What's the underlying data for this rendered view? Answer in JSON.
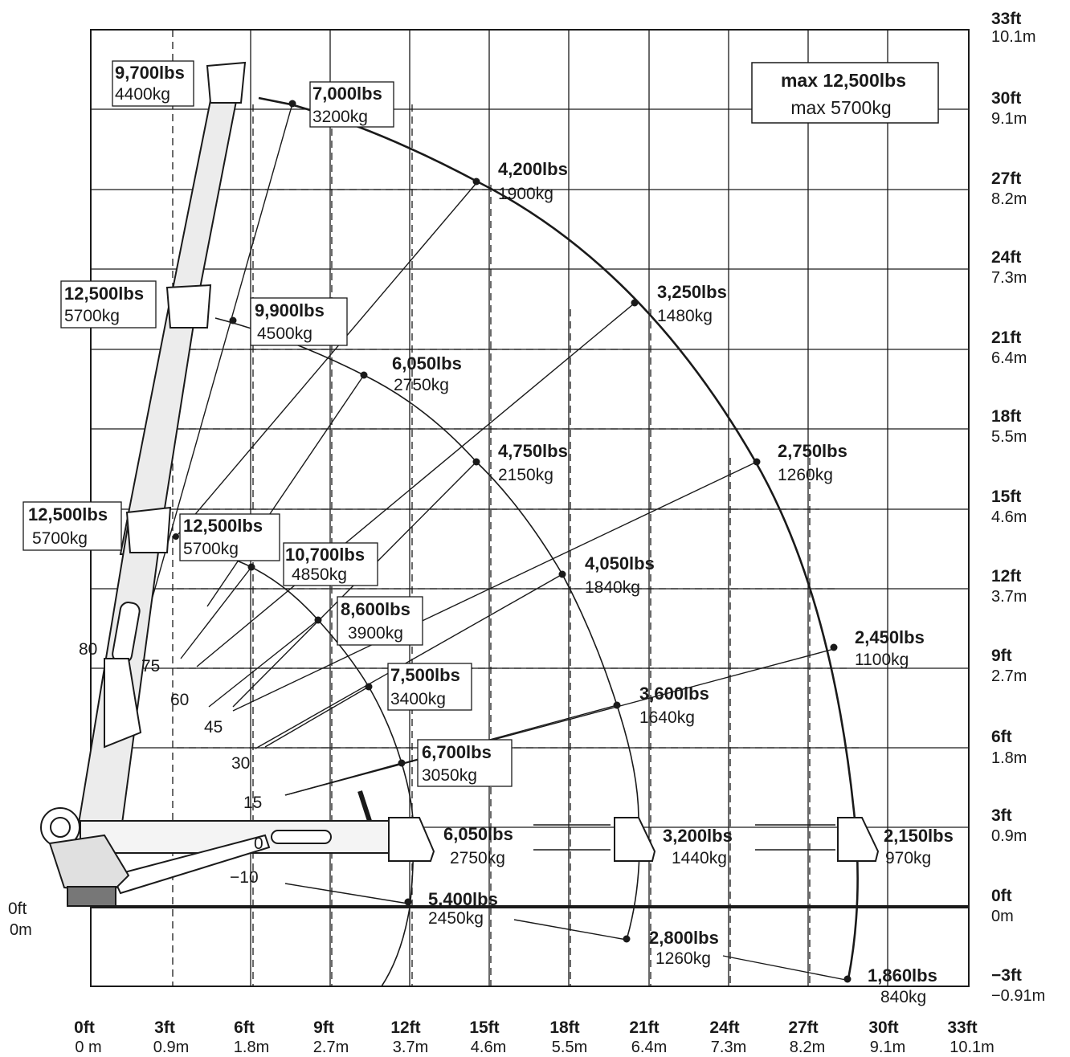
{
  "axes": {
    "x_ticks": [
      {
        "ft": "0ft",
        "m": "0 m"
      },
      {
        "ft": "3ft",
        "m": "0.9m"
      },
      {
        "ft": "6ft",
        "m": "1.8m"
      },
      {
        "ft": "9ft",
        "m": "2.7m"
      },
      {
        "ft": "12ft",
        "m": "3.7m"
      },
      {
        "ft": "15ft",
        "m": "4.6m"
      },
      {
        "ft": "18ft",
        "m": "5.5m"
      },
      {
        "ft": "21ft",
        "m": "6.4m"
      },
      {
        "ft": "24ft",
        "m": "7.3m"
      },
      {
        "ft": "27ft",
        "m": "8.2m"
      },
      {
        "ft": "30ft",
        "m": "9.1m"
      },
      {
        "ft": "33ft",
        "m": "10.1m"
      }
    ],
    "y_ticks": [
      {
        "ft": "33ft",
        "m": "10.1m"
      },
      {
        "ft": "30ft",
        "m": "9.1m"
      },
      {
        "ft": "27ft",
        "m": "8.2m"
      },
      {
        "ft": "24ft",
        "m": "7.3m"
      },
      {
        "ft": "21ft",
        "m": "6.4m"
      },
      {
        "ft": "18ft",
        "m": "5.5m"
      },
      {
        "ft": "15ft",
        "m": "4.6m"
      },
      {
        "ft": "12ft",
        "m": "3.7m"
      },
      {
        "ft": "9ft",
        "m": "2.7m"
      },
      {
        "ft": "6ft",
        "m": "1.8m"
      },
      {
        "ft": "3ft",
        "m": "0.9m"
      },
      {
        "ft": "0ft",
        "m": "0m"
      },
      {
        "ft": "−3ft",
        "m": "−0.91m"
      }
    ],
    "left_ground": {
      "ft": "0ft",
      "m": "0m"
    }
  },
  "max_box": {
    "lbs": "max 12,500lbs",
    "kg": "max 5700kg"
  },
  "angles": [
    "80",
    "75",
    "60",
    "45",
    "30",
    "15",
    "0",
    "−10"
  ],
  "loads": [
    {
      "lbs": "9,700lbs",
      "kg": "4400kg"
    },
    {
      "lbs": "7,000lbs",
      "kg": "3200kg"
    },
    {
      "lbs": "4,200lbs",
      "kg": "1900kg"
    },
    {
      "lbs": "3,250lbs",
      "kg": "1480kg"
    },
    {
      "lbs": "2,750lbs",
      "kg": "1260kg"
    },
    {
      "lbs": "2,450lbs",
      "kg": "1100kg"
    },
    {
      "lbs": "2,150lbs",
      "kg": "970kg"
    },
    {
      "lbs": "1,860lbs",
      "kg": "840kg"
    },
    {
      "lbs": "12,500lbs",
      "kg": "5700kg"
    },
    {
      "lbs": "9,900lbs",
      "kg": "4500kg"
    },
    {
      "lbs": "6,050lbs",
      "kg": "2750kg"
    },
    {
      "lbs": "4,750lbs",
      "kg": "2150kg"
    },
    {
      "lbs": "4,050lbs",
      "kg": "1840kg"
    },
    {
      "lbs": "3,600lbs",
      "kg": "1640kg"
    },
    {
      "lbs": "3,200lbs",
      "kg": "1440kg"
    },
    {
      "lbs": "2,800lbs",
      "kg": "1260kg"
    },
    {
      "lbs": "12,500lbs",
      "kg": "5700kg"
    },
    {
      "lbs": "12,500lbs",
      "kg": "5700kg"
    },
    {
      "lbs": "10,700lbs",
      "kg": "4850kg"
    },
    {
      "lbs": "8,600lbs",
      "kg": "3900kg"
    },
    {
      "lbs": "7,500lbs",
      "kg": "3400kg"
    },
    {
      "lbs": "6,700lbs",
      "kg": "3050kg"
    },
    {
      "lbs": "6,050lbs",
      "kg": "2750kg"
    },
    {
      "lbs": "5,400lbs",
      "kg": "2450kg"
    }
  ],
  "colors": {
    "ink": "#1a1a1a",
    "boom_fill": "#ececec",
    "paper": "#ffffff"
  }
}
